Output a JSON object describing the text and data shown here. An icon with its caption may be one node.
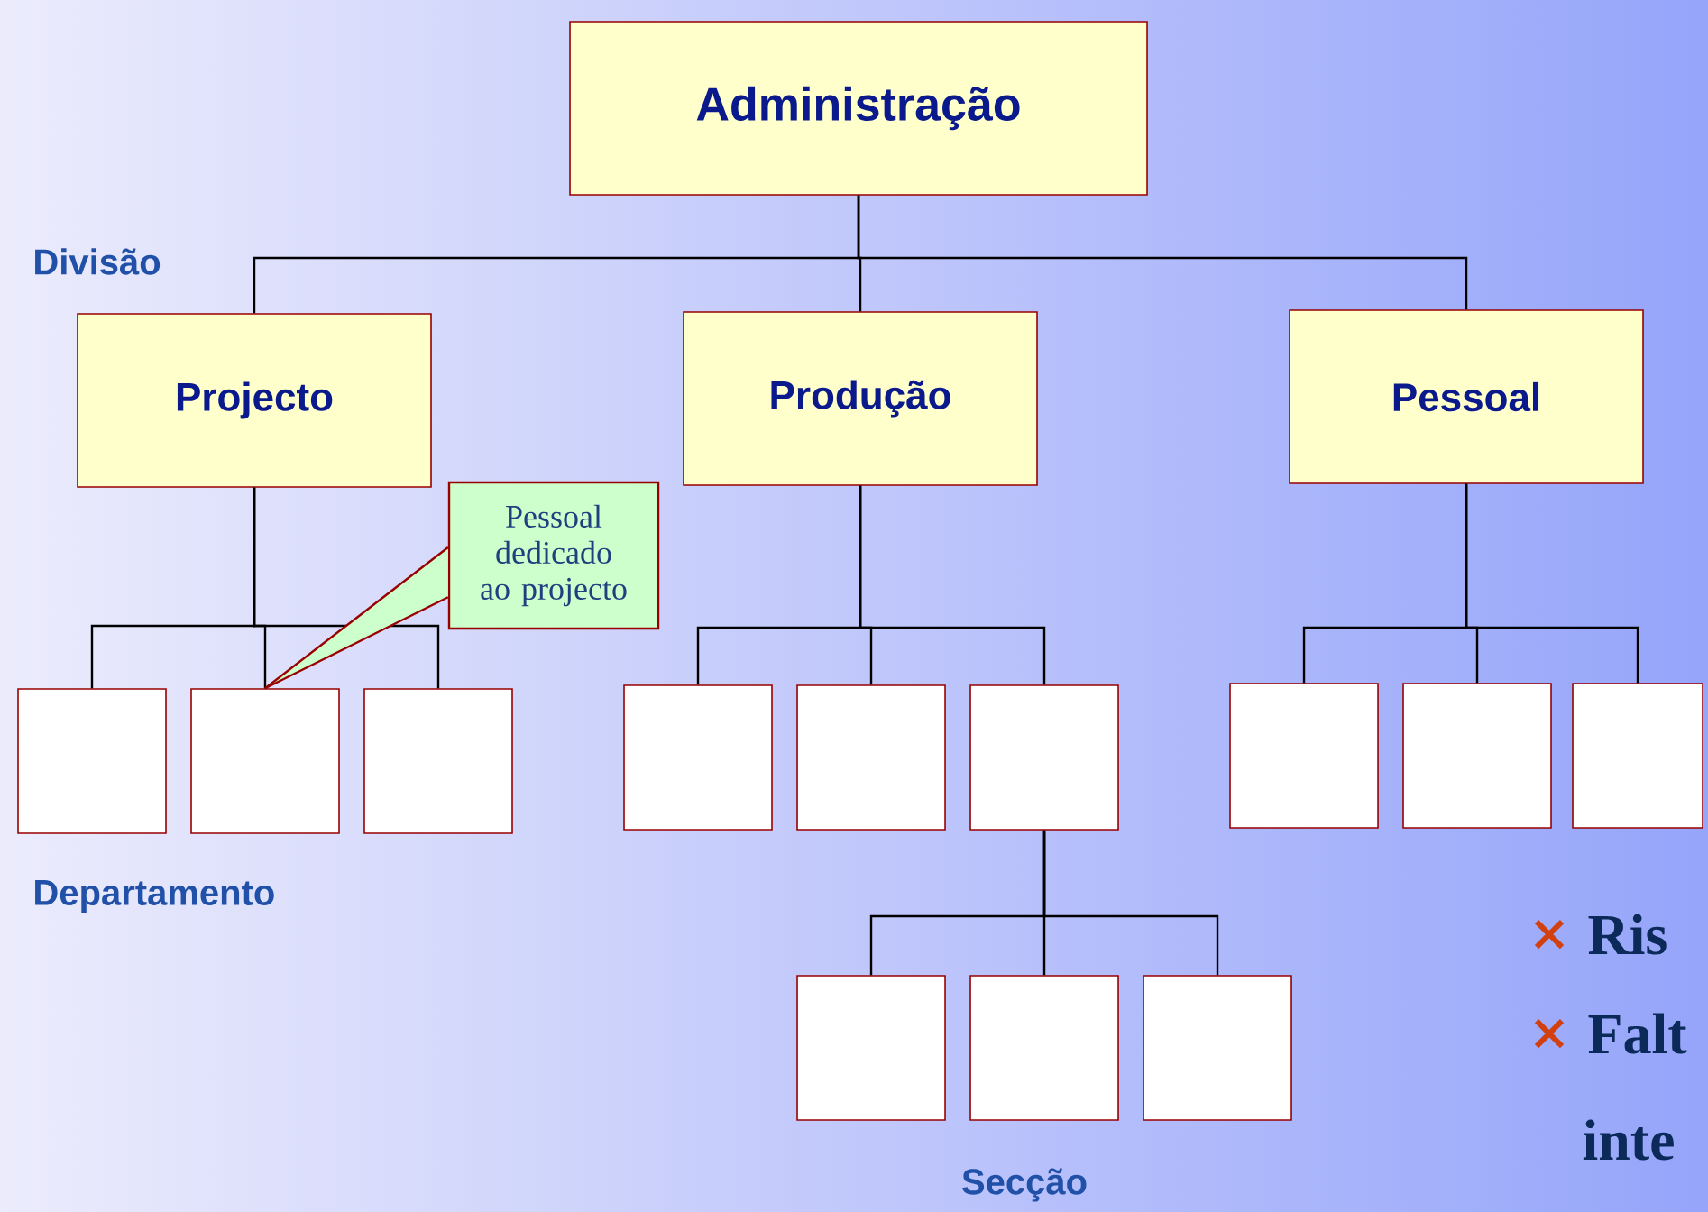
{
  "diagram": {
    "nodes": [
      {
        "text": [
          "Administração"
        ]
      },
      {
        "text": [
          "Projecto"
        ]
      },
      {
        "text": [
          "Produção"
        ]
      },
      {
        "text": [
          "Pessoal"
        ]
      },
      {
        "text": [],
        "shape": "box"
      },
      {
        "text": [],
        "shape": "box"
      },
      {
        "text": [],
        "shape": "box"
      },
      {
        "text": [],
        "shape": "box"
      },
      {
        "text": [],
        "shape": "box"
      },
      {
        "text": [],
        "shape": "box"
      },
      {
        "text": [],
        "shape": "box"
      },
      {
        "text": [],
        "shape": "box"
      },
      {
        "text": [],
        "shape": "box"
      },
      {
        "text": [],
        "shape": "box"
      },
      {
        "text": [],
        "shape": "box"
      },
      {
        "text": [],
        "shape": "box"
      },
      {
        "text": [
          "Pessoal dedicado ao projecto"
        ]
      }
    ],
    "edges": [
      {
        "from": 0,
        "to": 1,
        "arrow": "none"
      },
      {
        "from": 0,
        "to": 2,
        "arrow": "none"
      },
      {
        "from": 0,
        "to": 3,
        "arrow": "none"
      },
      {
        "from": 1,
        "to": 4,
        "arrow": "none"
      },
      {
        "from": 1,
        "to": 5,
        "arrow": "none"
      },
      {
        "from": 1,
        "to": 6,
        "arrow": "none"
      },
      {
        "from": 2,
        "to": 7,
        "arrow": "none"
      },
      {
        "from": 2,
        "to": 8,
        "arrow": "none"
      },
      {
        "from": 2,
        "to": 9,
        "arrow": "none"
      },
      {
        "from": 3,
        "to": 10,
        "arrow": "none"
      },
      {
        "from": 3,
        "to": 11,
        "arrow": "none"
      },
      {
        "from": 3,
        "to": 12,
        "arrow": "none"
      },
      {
        "from": 9,
        "to": 13,
        "arrow": "none"
      },
      {
        "from": 9,
        "to": 14,
        "arrow": "none"
      },
      {
        "from": 9,
        "to": 15,
        "arrow": "none"
      },
      {
        "from": 16,
        "to": 5,
        "arrow": "none",
        "color": "#990000"
      }
    ],
    "labels": [
      "Divisão",
      "Departamento",
      "Secção",
      "Ris",
      "Falt",
      "inte"
    ]
  }
}
